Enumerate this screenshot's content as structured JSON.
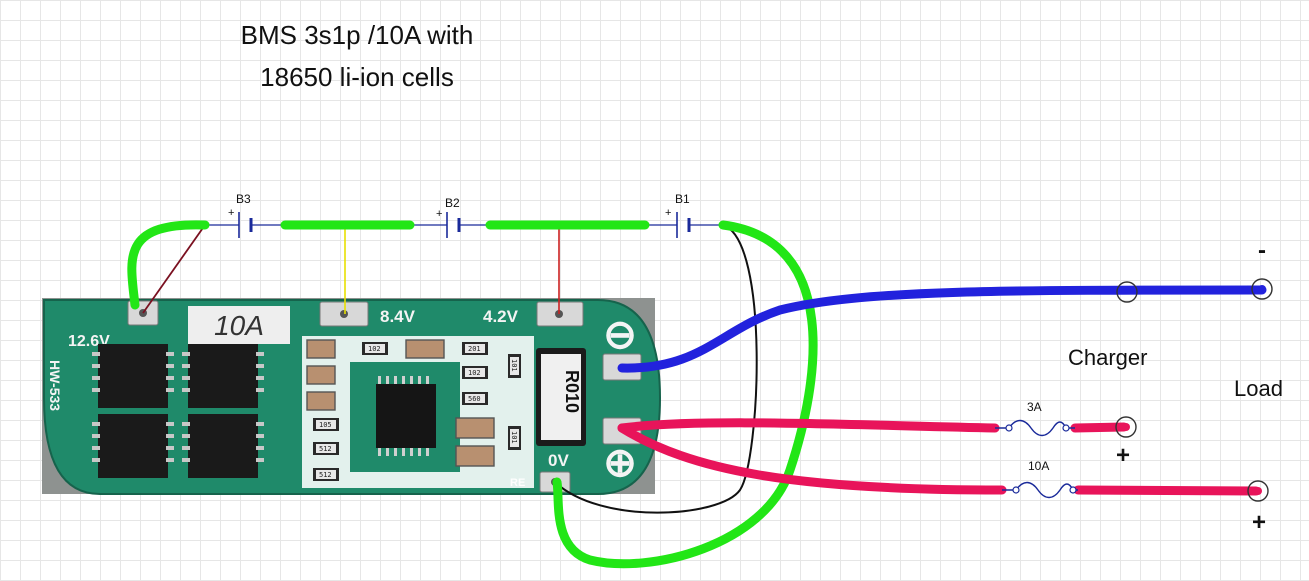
{
  "title": {
    "line1": "BMS 3s1p /10A with",
    "line2": "18650 li-ion cells"
  },
  "batteries": [
    {
      "label": "B3",
      "polarity": "+"
    },
    {
      "label": "B2",
      "polarity": "+"
    },
    {
      "label": "B1",
      "polarity": "+"
    }
  ],
  "board": {
    "model": "HW-533",
    "rating": "10A",
    "pad_12v6": "12.6V",
    "pad_8v4": "8.4V",
    "pad_4v2": "4.2V",
    "pad_0v": "0V",
    "pad_re": "RE",
    "resistor_marking": "R010",
    "smd_codes": [
      "102",
      "201",
      "102",
      "560",
      "105",
      "512",
      "512",
      "101",
      "101"
    ],
    "minus_symbol": "⊖",
    "plus_symbol": "⊕"
  },
  "labels": {
    "charger": "Charger",
    "load": "Load",
    "minus": "-",
    "plus_charger": "+",
    "plus_load": "+"
  },
  "fuses": [
    {
      "rating": "3A"
    },
    {
      "rating": "10A"
    }
  ],
  "colors": {
    "balance_wire": "#22e616",
    "negative_wire": "#2222dd",
    "positive_wire": "#e8145a",
    "pcb_green": "#1f8a6a",
    "wire_8v4": "#e8e000",
    "wire_4v2": "#cc2222",
    "wire_b3": "#7a1020",
    "wire_b1": "#111111",
    "schematic": "#1a2a9a"
  }
}
